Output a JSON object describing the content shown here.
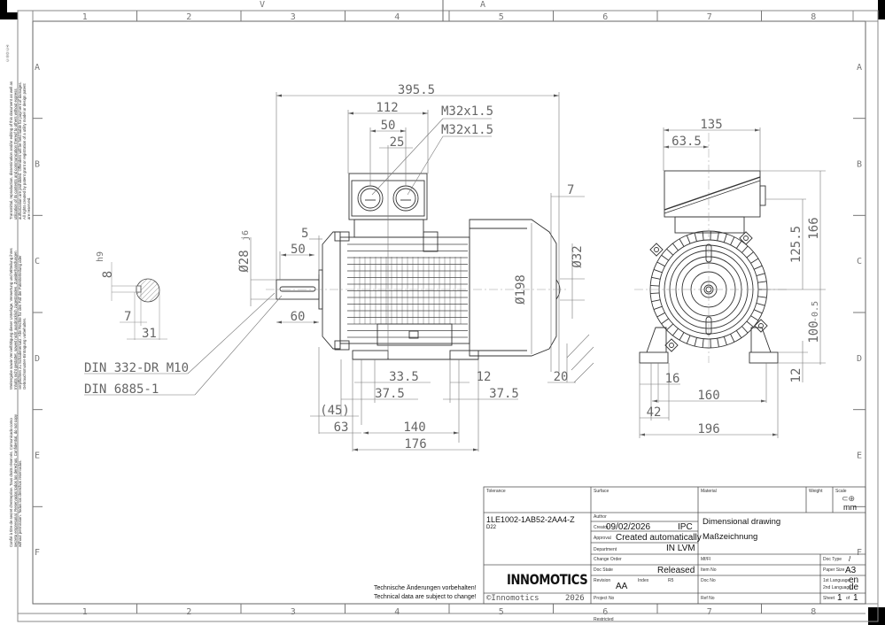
{
  "border": {
    "columns": [
      "1",
      "2",
      "3",
      "4",
      "5",
      "6",
      "7",
      "8"
    ],
    "rows": [
      "A",
      "B",
      "C",
      "D",
      "E",
      "F"
    ],
    "top_marks": [
      "V",
      "A"
    ]
  },
  "side_notes": {
    "en": "Transmittal, reproduction, dissemination and/or editing of this document as well as utilization of its contents and communication thereof to others without express authorization are prohibited. Offenders will be held liable for payment of damages. All rights created by patent grant or registration of a utility model or design patent are reserved.",
    "de": "Weitergabe sowie Vervielfältigung dieser Unterlage, Verwertung und Mitteilung ihres Inhalts nicht gestattet, soweit nicht ausdrücklich zugestanden. Zuwiderhandlungen verpflichten zu Schadenersatz. Alle Rechte für den Fall der Patenterteilung oder Gebrauchsmuster-Eintragung vorbehalten.",
    "fr_es": "Confié à titre de secret d'entreprise. Tous droits réservés. Comunicado como secreto empresarial. Reservados todos los derechos. Confidential, do not copy without permission. Todos los derechos reservados."
  },
  "drawing": {
    "side_view_dims": {
      "overall_length": "395.5",
      "terminal_box_width": "112",
      "gland_spacing": "50",
      "gland_offset": "25",
      "gland_thread_1": "M32x1.5",
      "gland_thread_2": "M32x1.5",
      "shaft_collar": "5",
      "key_length": "50",
      "shaft_diameter": "Ø28",
      "shaft_tolerance": "j6",
      "shaft_length": "60",
      "fan_cover_offset": "7",
      "fan_cover_diameter": "Ø198",
      "vent_diameter": "Ø32",
      "foot_offset_1": "33.5",
      "foot_offset_2": "37.5",
      "foot_thickness": "12",
      "foot_offset_3": "37.5",
      "foot_clearance": "20",
      "ref_45": "(45)",
      "dim_63": "63",
      "foot_hole_spacing": "140",
      "foot_length": "176",
      "thread_note": "DIN 332-DR M10",
      "key_note": "DIN 6885-1"
    },
    "key_section_dims": {
      "key_width": "8",
      "key_tolerance": "h9",
      "key_depth": "7",
      "shaft_height": "31"
    },
    "end_view_dims": {
      "box_width": "135",
      "box_offset": "63.5",
      "box_center_height": "125.5",
      "overall_height_above_axis": "166",
      "shaft_height": "100",
      "shaft_height_tolerance": "-0.5",
      "foot_height": "12",
      "foot_hole_width": "16",
      "foot_hole_spacing": "160",
      "foot_edge": "42",
      "overall_width": "196"
    }
  },
  "notes": {
    "line1": "Technische Änderungen vorbehalten!",
    "line2": "Technical data are subject to change!"
  },
  "title_block": {
    "tolerance_label": "Tolerance",
    "surface_label": "Surface",
    "material_label": "Material",
    "weight_label": "Weight",
    "scale_label": "Scale",
    "scale_unit": "mm",
    "part_number": "1LE1002-1AB52-2AA4-Z",
    "part_sub": "D22",
    "author_label": "Author",
    "creator_label": "Creator",
    "creation_date": "09/02/2026",
    "creator_value": "IPC",
    "approval_label": "Approval",
    "approval_value": "Created automatically",
    "department_label": "Department",
    "department_value": "IN LVM",
    "title_en": "Dimensional drawing",
    "title_de": "Maßzeichnung",
    "change_order_label": "Change Order",
    "mfr_label": "Mf/Fl",
    "doc_type_label": "Doc Type",
    "doc_type_value": "/",
    "doc_state_label": "Doc State",
    "doc_state_value": "Released",
    "item_no_label": "Item No",
    "paper_size_label": "Paper Size",
    "paper_size_value": "A3",
    "revision_label": "Revision",
    "revision_value": "AA",
    "index_label": "Index",
    "index_value": "R5",
    "doc_no_label": "Doc No",
    "lang1_label": "1st Language",
    "lang1_value": "en",
    "lang2_label": "2nd Language",
    "lang2_value": "de",
    "project_no_label": "Project No",
    "ref_no_label": "Ref No",
    "sheet_label": "Sheet",
    "sheet_value": "1",
    "sheet_of": "of",
    "sheet_total": "1",
    "company": "INNOMOTICS",
    "copyright": "©Innomotics",
    "year": "2026",
    "restricted": "Restricted"
  }
}
